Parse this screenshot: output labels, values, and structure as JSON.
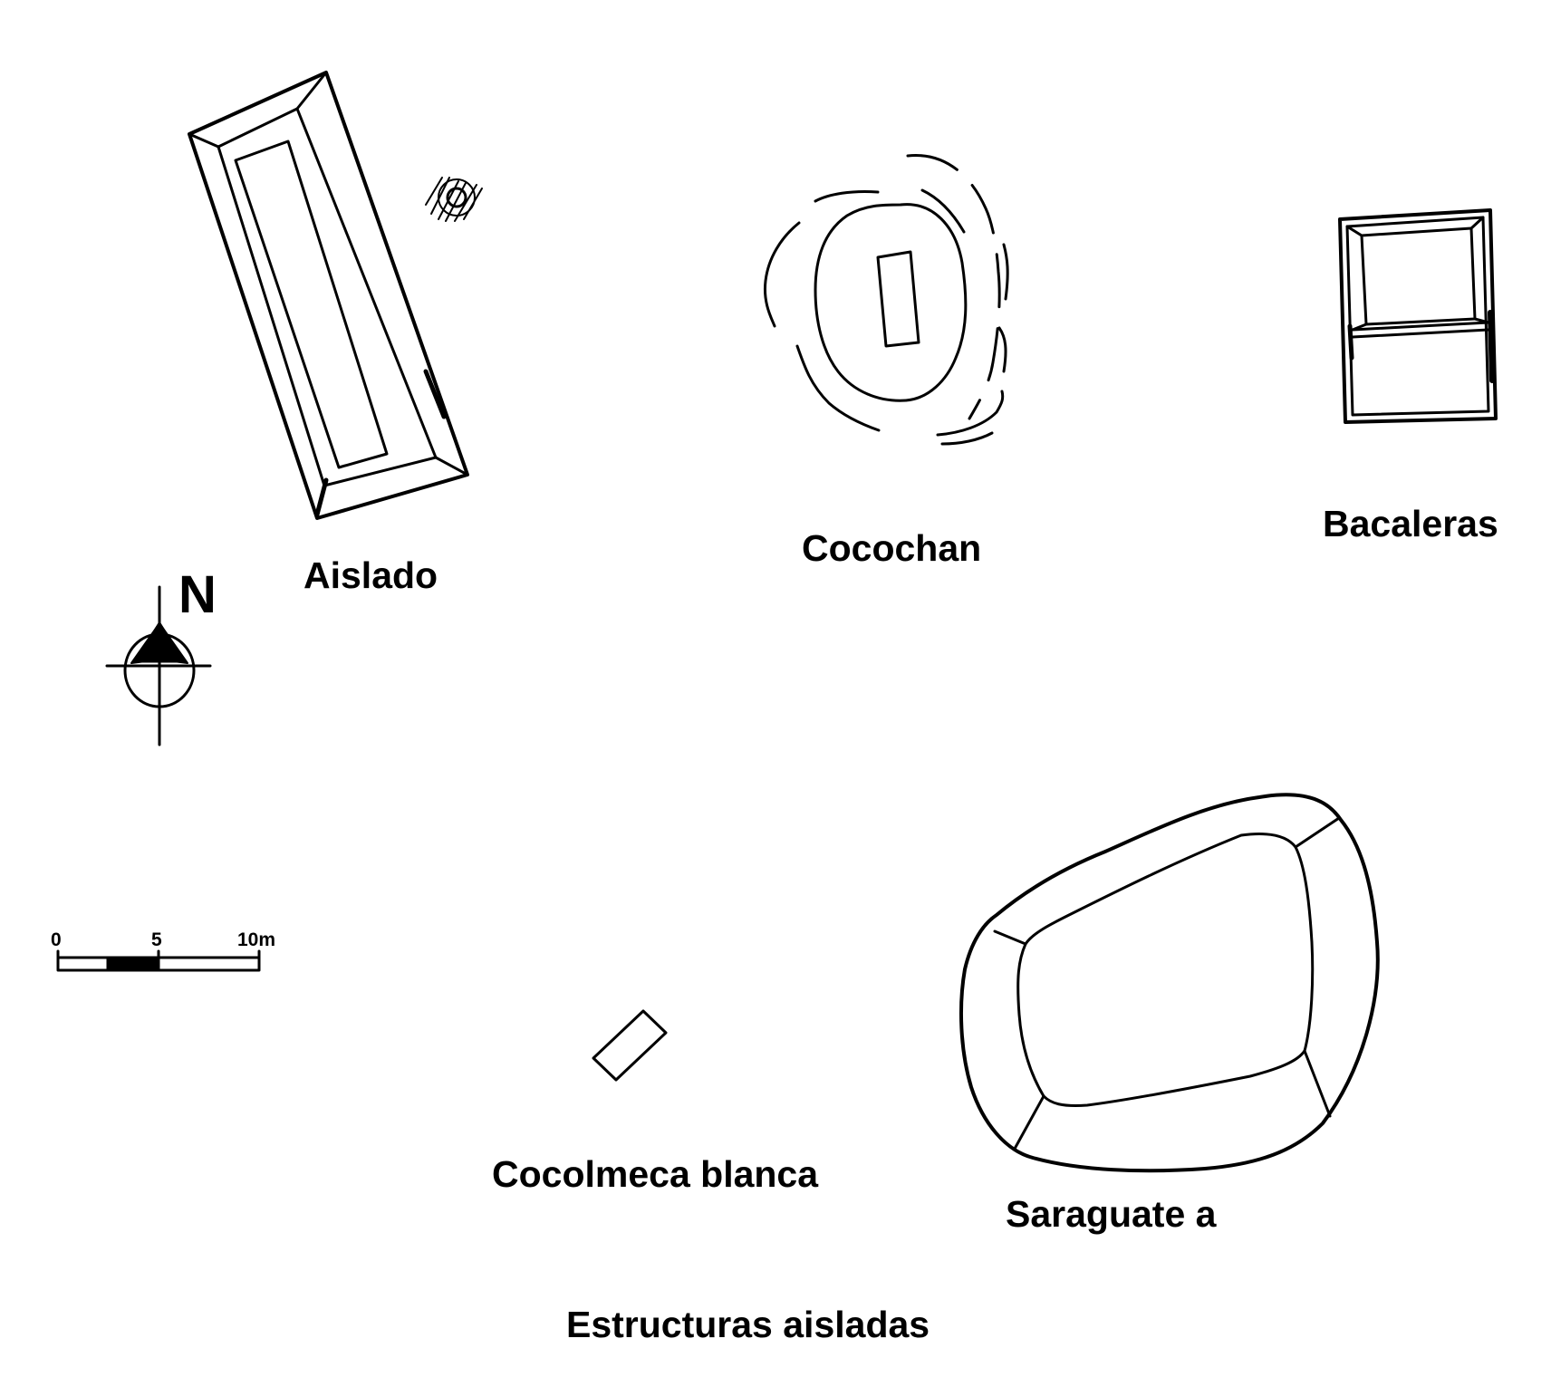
{
  "title": "Estructuras aisladas",
  "north": {
    "letter": "N",
    "icon": "north-arrow-icon"
  },
  "scale_bar": {
    "ticks": [
      "0",
      "5",
      "10m"
    ],
    "icon": "scale-bar-icon"
  },
  "structures": [
    {
      "id": "aislado",
      "label": "Aislado",
      "icon": "rectangular-platform-icon"
    },
    {
      "id": "cocochan",
      "label": "Cocochan",
      "icon": "contour-mound-icon"
    },
    {
      "id": "bacaleras",
      "label": "Bacaleras",
      "icon": "square-platform-icon"
    },
    {
      "id": "cocolmeca",
      "label": "Cocolmeca blanca",
      "icon": "small-rectangle-icon"
    },
    {
      "id": "saraguate",
      "label": "Saraguate a",
      "icon": "rounded-platform-icon"
    }
  ],
  "colors": {
    "ink": "#000000",
    "paper": "#ffffff"
  }
}
